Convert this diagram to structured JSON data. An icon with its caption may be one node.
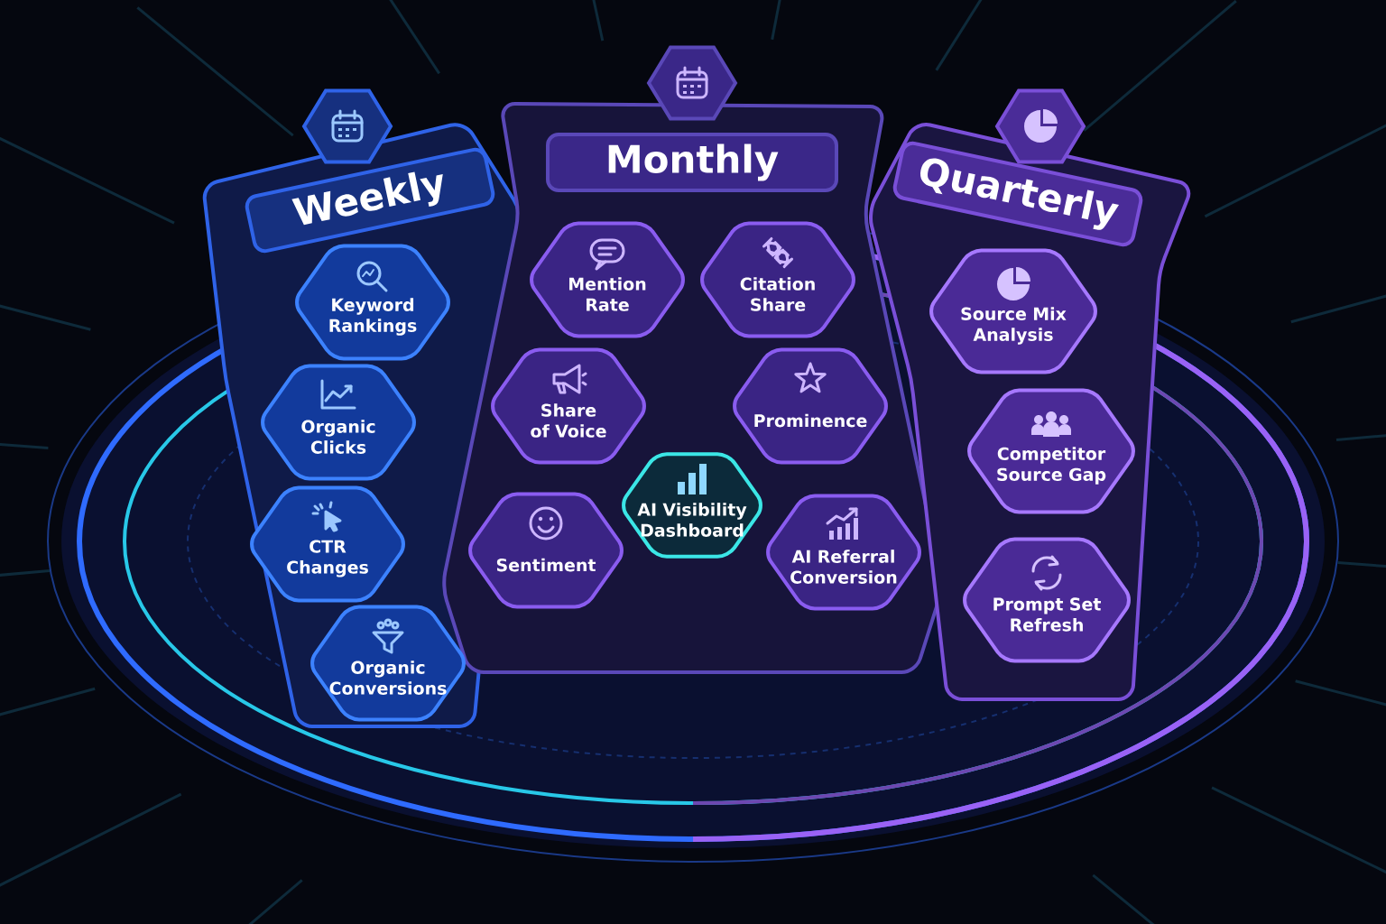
{
  "diagram": {
    "nodes": [
      {
        "text": [
          "Weekly"
        ]
      },
      {
        "text": [
          "Keyword Rankings"
        ],
        "in": 0
      },
      {
        "text": [
          "Organic Clicks"
        ],
        "in": 0
      },
      {
        "text": [
          "CTR Changes"
        ],
        "in": 0
      },
      {
        "text": [
          "Organic Conversions"
        ],
        "in": 0
      },
      {
        "text": [
          "Monthly"
        ]
      },
      {
        "text": [
          "Mention Rate"
        ],
        "in": 5
      },
      {
        "text": [
          "Citation Share"
        ],
        "in": 5
      },
      {
        "text": [
          "Share of Voice"
        ],
        "in": 5
      },
      {
        "text": [
          "Prominence"
        ],
        "in": 5
      },
      {
        "text": [
          "AI Visibility Dashboard"
        ],
        "in": 5
      },
      {
        "text": [
          "Sentiment"
        ],
        "in": 5
      },
      {
        "text": [
          "AI Referral Conversion"
        ],
        "in": 5
      },
      {
        "text": [
          "Quarterly"
        ]
      },
      {
        "text": [
          "Source Mix Analysis"
        ],
        "in": 13
      },
      {
        "text": [
          "Competitor Source Gap"
        ],
        "in": 13
      },
      {
        "text": [
          "Prompt Set Refresh"
        ],
        "in": 13
      }
    ],
    "edges": []
  }
}
